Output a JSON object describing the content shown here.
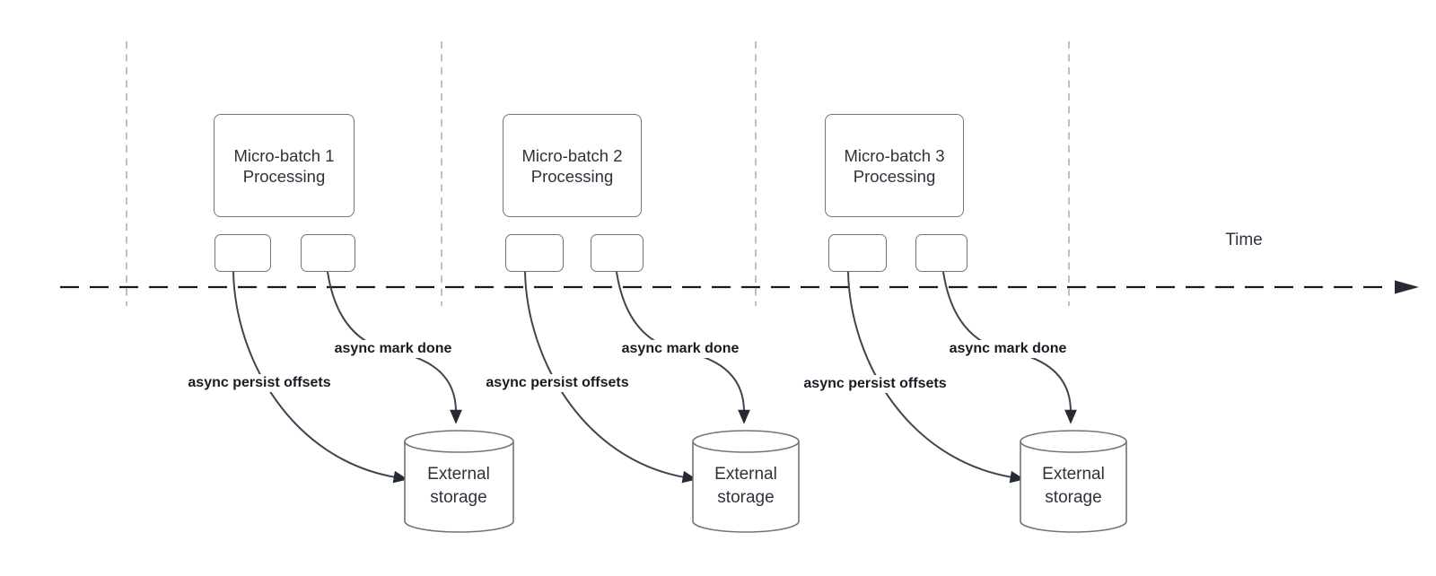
{
  "diagram": {
    "time_axis": {
      "label": "Time"
    },
    "batches": [
      {
        "title_line1": "Micro-batch 1",
        "title_line2": "Processing",
        "persist_label": "async persist offsets",
        "done_label": "async mark done",
        "storage_line1": "External",
        "storage_line2": "storage"
      },
      {
        "title_line1": "Micro-batch 2",
        "title_line2": "Processing",
        "persist_label": "async persist offsets",
        "done_label": "async mark done",
        "storage_line1": "External",
        "storage_line2": "storage"
      },
      {
        "title_line1": "Micro-batch 3",
        "title_line2": "Processing",
        "persist_label": "async persist offsets",
        "done_label": "async mark done",
        "storage_line1": "External",
        "storage_line2": "storage"
      }
    ],
    "colors": {
      "background": "#ffffff",
      "node_border": "#6e747b",
      "arrow_stroke": "#3e4551",
      "arrowhead_fill": "#262b33",
      "timeline_stroke": "#16181c",
      "interval_guide_stroke": "#b3b6ba",
      "node_text": "#2d333b",
      "edge_label_text": "#181c22"
    }
  }
}
